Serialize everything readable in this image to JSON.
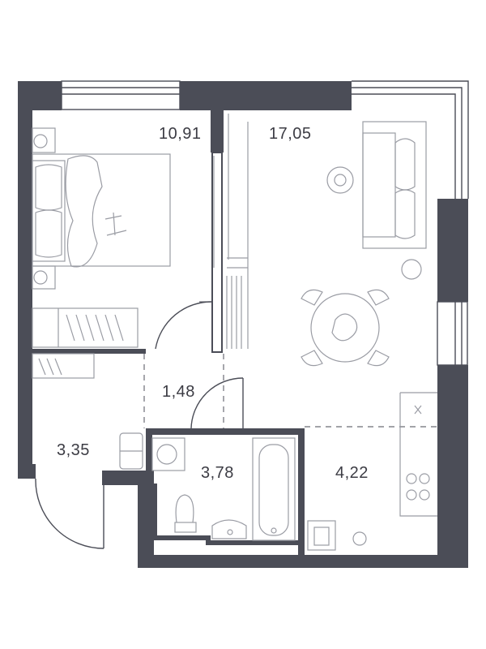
{
  "rooms": {
    "bedroom": "10,91",
    "living": "17,05",
    "hall": "1,48",
    "entry": "3,35",
    "bathroom": "3,78",
    "kitchen": "4,22"
  }
}
